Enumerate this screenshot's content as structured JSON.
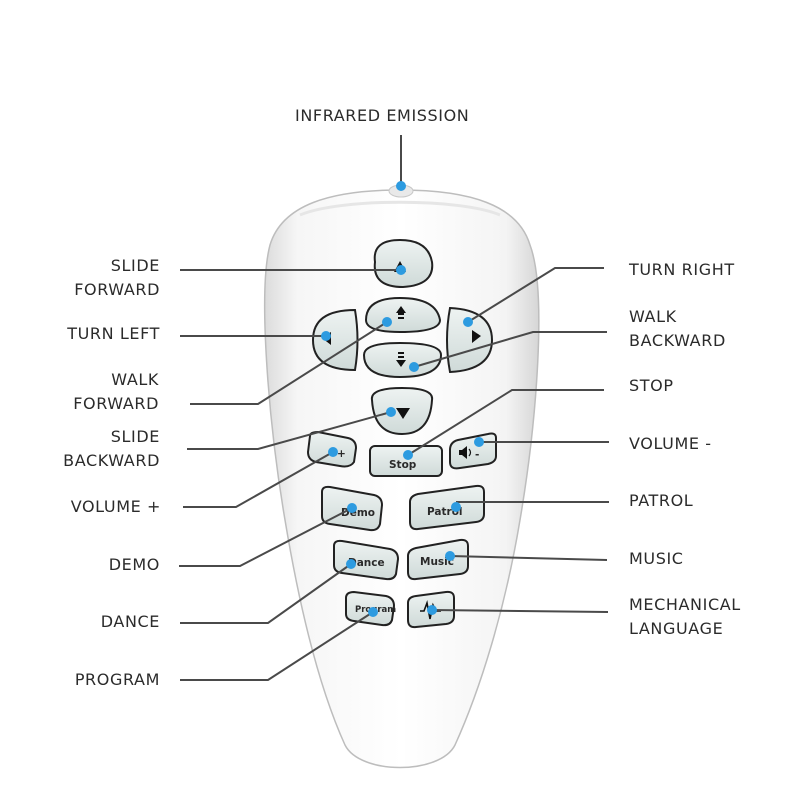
{
  "colors": {
    "leader_line": "#4a4a4a",
    "dot": "#2d9be0",
    "remote_body": "#ffffff",
    "button": "#d9e3e1",
    "button_outline": "#222222"
  },
  "callouts": {
    "infrared_emission": "INFRARED EMISSION",
    "slide_forward": [
      "SLIDE",
      "FORWARD"
    ],
    "turn_left": "TURN LEFT",
    "walk_forward": [
      "WALK",
      "FORWARD"
    ],
    "slide_backward": [
      "SLIDE",
      "BACKWARD"
    ],
    "volume_plus": "VOLUME +",
    "demo": "DEMO",
    "dance": "DANCE",
    "program": "PROGRAM",
    "turn_right": "TURN RIGHT",
    "walk_backward": [
      "WALK",
      "BACKWARD"
    ],
    "stop": "STOP",
    "volume_minus": "VOLUME -",
    "patrol": "PATROL",
    "music": "MUSIC",
    "mechanical_language": [
      "MECHANICAL",
      "LANGUAGE"
    ]
  },
  "remote_buttons": {
    "stop": "Stop",
    "demo": "Demo",
    "patrol": "Patrol",
    "dance": "Dance",
    "music": "Music",
    "program": "Program",
    "volume_plus_sign": "+",
    "volume_minus_sign": "-"
  },
  "icons": [
    "up-arrow-icon",
    "left-arrow-icon",
    "right-arrow-icon",
    "down-arrow-icon",
    "walk-forward-icon",
    "walk-backward-icon",
    "speaker-icon",
    "waveform-icon"
  ]
}
